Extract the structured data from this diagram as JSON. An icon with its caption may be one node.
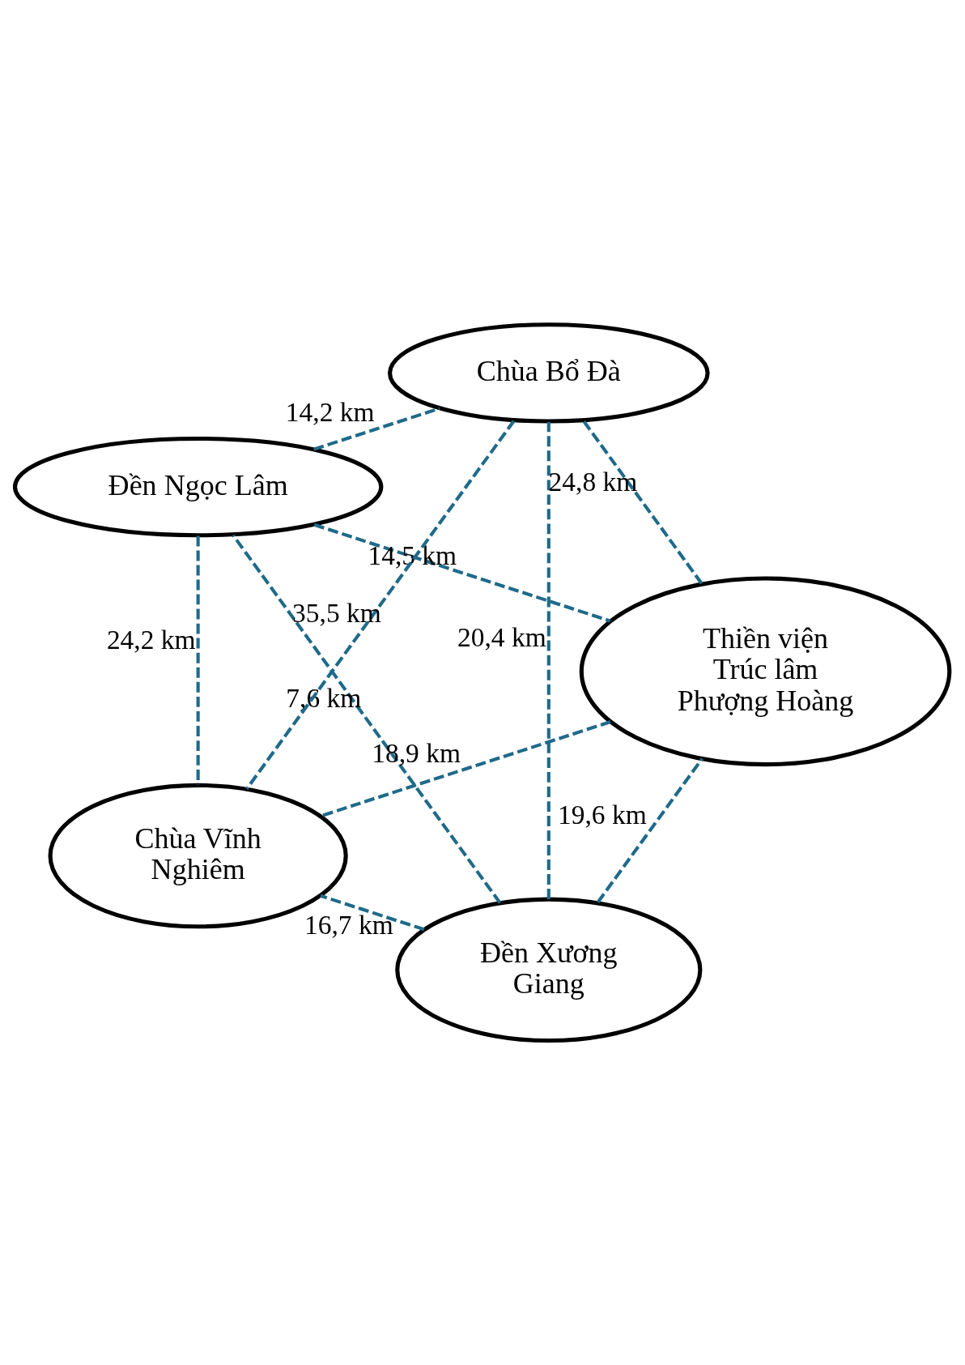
{
  "diagram": {
    "nodes": [
      {
        "text": [
          "Đền Xương Giang"
        ]
      },
      {
        "text": [
          "Thiền viện Trúc lâm Phượng Hoàng"
        ]
      },
      {
        "text": [
          "Đền Ngọc Lâm"
        ]
      },
      {
        "text": [
          "Chùa Bổ Đà"
        ]
      },
      {
        "text": [
          "Chùa Vĩnh Nghiêm"
        ]
      }
    ],
    "edges": [
      {
        "from": 0,
        "to": 1,
        "arrow": "none",
        "label": "19,6 km",
        "style": "dashed"
      },
      {
        "from": 0,
        "to": 2,
        "arrow": "none",
        "label": "7,6 km",
        "style": "dashed"
      },
      {
        "from": 0,
        "to": 3,
        "arrow": "none",
        "label": "20,4 km",
        "style": "dashed"
      },
      {
        "from": 0,
        "to": 4,
        "arrow": "none",
        "label": "16,7 km",
        "style": "dashed"
      },
      {
        "from": 2,
        "to": 1,
        "arrow": "none",
        "label": "14,5 km",
        "style": "dashed"
      },
      {
        "from": 2,
        "to": 3,
        "arrow": "none",
        "label": "14,2 km",
        "style": "dashed"
      },
      {
        "from": 2,
        "to": 4,
        "arrow": "none",
        "label": "24,2 km",
        "style": "dashed"
      },
      {
        "from": 1,
        "to": 3,
        "arrow": "none",
        "label": "24,8 km",
        "style": "dashed"
      },
      {
        "from": 1,
        "to": 4,
        "arrow": "none",
        "label": "18,9 km",
        "style": "dashed"
      },
      {
        "from": 3,
        "to": 4,
        "arrow": "none",
        "label": "35,5 km",
        "style": "dashed"
      }
    ]
  }
}
